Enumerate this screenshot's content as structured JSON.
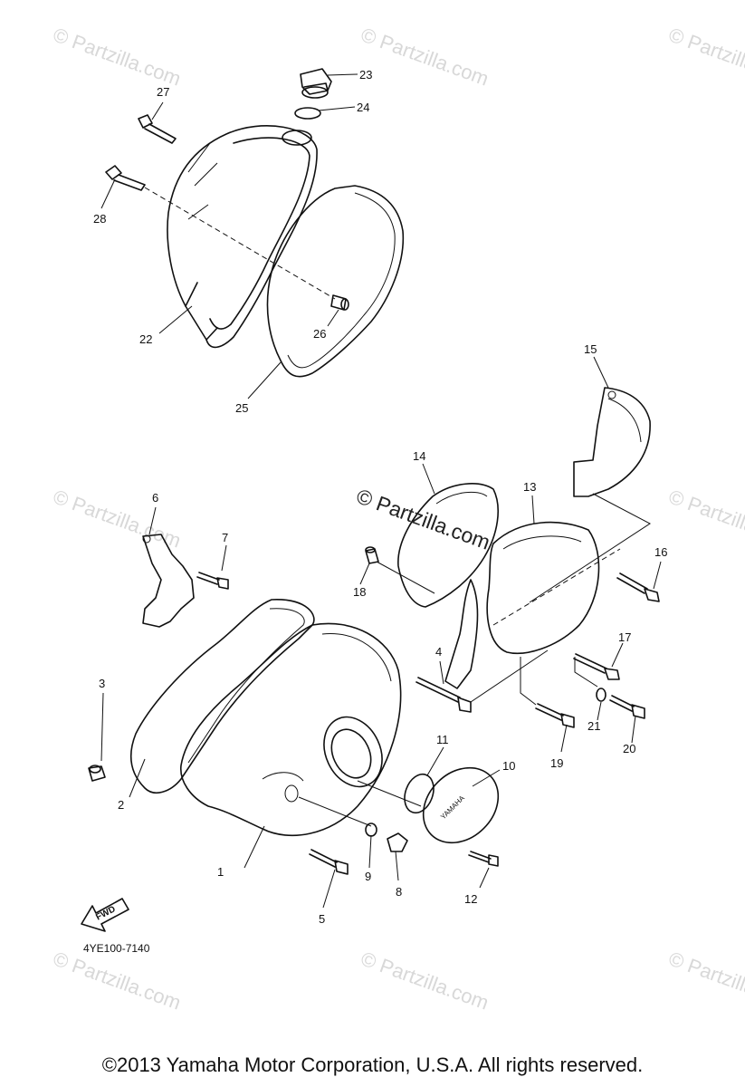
{
  "diagram_code": "4YE100-7140",
  "fwd_label": "FWD",
  "center_watermark": "© Partzilla.com",
  "watermark": "© Partzilla.com",
  "copyright": "©2013  Yamaha Motor Corporation, U.S.A. All rights reserved.",
  "cover_logo": "YAMAHA",
  "callouts": {
    "c1": "1",
    "c2": "2",
    "c3": "3",
    "c4": "4",
    "c5": "5",
    "c6": "6",
    "c7": "7",
    "c8": "8",
    "c9": "9",
    "c10": "10",
    "c11": "11",
    "c12": "12",
    "c13": "13",
    "c14": "14",
    "c15": "15",
    "c16": "16",
    "c17": "17",
    "c18": "18",
    "c19": "19",
    "c20": "20",
    "c21": "21",
    "c22": "22",
    "c23": "23",
    "c24": "24",
    "c25": "25",
    "c26": "26",
    "c27": "27",
    "c28": "28"
  }
}
